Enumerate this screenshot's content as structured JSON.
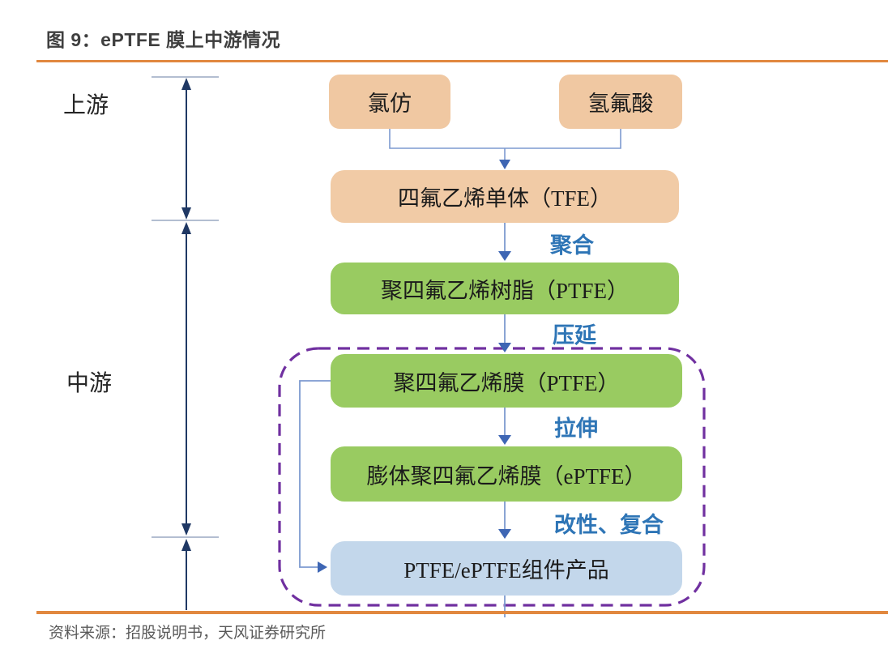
{
  "figure": {
    "title": "图 9：ePTFE 膜上中游情况",
    "source": "资料来源：招股说明书，天风证券研究所"
  },
  "stages": {
    "upstream": "上游",
    "midstream": "中游"
  },
  "nodes": {
    "chloroform": "氯仿",
    "hydrofluoric_acid": "氢氟酸",
    "tfe_monomer": "四氟乙烯单体（TFE）",
    "ptfe_resin": "聚四氟乙烯树脂（PTFE）",
    "ptfe_film": "聚四氟乙烯膜（PTFE）",
    "eptfe_film": "膨体聚四氟乙烯膜（ePTFE）",
    "component_products": "PTFE/ePTFE组件产品"
  },
  "process_labels": {
    "polymerization": "聚合",
    "calendering": "压延",
    "stretching": "拉伸",
    "modification_compounding": "改性、复合"
  },
  "colors": {
    "raw_material_box": "#F0C8A2",
    "intermediate_box": "#99CB61",
    "product_box": "#C3D7EB",
    "dashed_outline": "#7030A0",
    "connector_line": "#7D9AD0",
    "arrowhead": "#3E66B4",
    "bracket_line": "#1F3864",
    "process_label_text": "#2E75B6",
    "horizontal_rule": "#E1883F",
    "title_text": "#3F3F3F",
    "source_text": "#595959"
  }
}
